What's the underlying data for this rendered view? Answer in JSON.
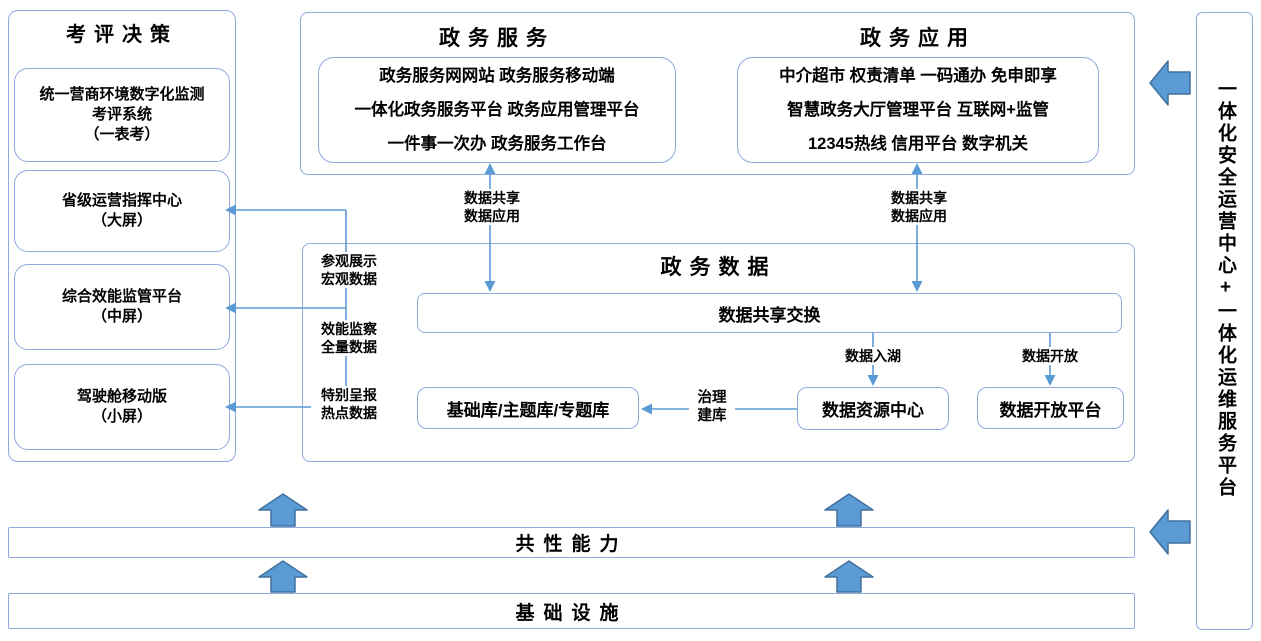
{
  "colors": {
    "line": "#5b9bd5",
    "box_border": "#8faadc",
    "block_arrow_fill": "#5b9bd5",
    "block_arrow_stroke": "#41719c",
    "text": "#000000",
    "background": "#ffffff"
  },
  "left_panel": {
    "title": "考评决策",
    "boxes": [
      {
        "lines": [
          "统一营商环境数字化监测",
          "考评系统",
          "（一表考）"
        ]
      },
      {
        "lines": [
          "省级运营指挥中心",
          "（大屏）"
        ]
      },
      {
        "lines": [
          "综合效能监管平台",
          "（中屏）"
        ]
      },
      {
        "lines": [
          "驾驶舱移动版",
          "（小屏）"
        ]
      }
    ]
  },
  "top_section": {
    "service": {
      "title": "政务服务",
      "lines": [
        "政务服务网网站 政务服务移动端",
        "一体化政务服务平台 政务应用管理平台",
        "一件事一次办 政务服务工作台"
      ]
    },
    "application": {
      "title": "政务应用",
      "lines": [
        "中介超市 权责清单 一码通办 免申即享",
        "智慧政务大厅管理平台 互联网+监管",
        "12345热线 信用平台 数字机关"
      ]
    }
  },
  "data_section": {
    "title": "政务数据",
    "exchange_box": "数据共享交换",
    "base_db_box": "基础库/主题库/专题库",
    "resource_center_box": "数据资源中心",
    "open_platform_box": "数据开放平台",
    "labels": {
      "to_large_screen": [
        "参观展示",
        "宏观数据"
      ],
      "to_medium_screen": [
        "效能监察",
        "全量数据"
      ],
      "to_small_screen": [
        "特别呈报",
        "热点数据"
      ],
      "data_lake": "数据入湖",
      "data_open": "数据开放",
      "governance": [
        "治理",
        "建库"
      ]
    }
  },
  "flow_labels": {
    "share_apply_left": [
      "数据共享",
      "数据应用"
    ],
    "share_apply_right": [
      "数据共享",
      "数据应用"
    ]
  },
  "bottom": {
    "capability_bar": "共性能力",
    "infrastructure_bar": "基础设施"
  },
  "right_strip": {
    "text": "一体化安全运营中心+一体化运维服务平台"
  }
}
